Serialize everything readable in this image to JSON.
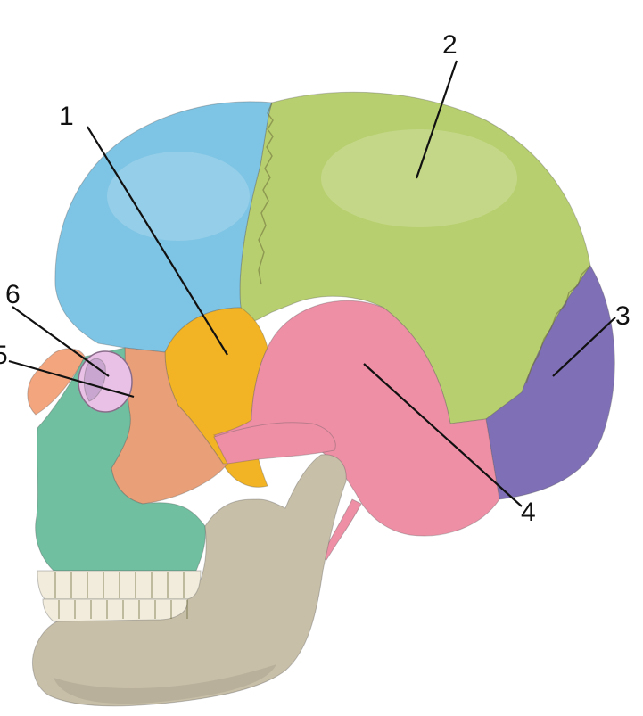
{
  "colors": {
    "frontal": "#7ec4e4",
    "parietal": "#b7cf6e",
    "occipital": "#7f6fb6",
    "sphenoid": "#f2b324",
    "temporal": "#ef8fa6",
    "zygomatic": "#e9a078",
    "maxilla": "#6fbfa0",
    "mandible": "#c8bfa8",
    "nasal": "#f3a57d",
    "lacrimal": "#c9a6cf",
    "teeth": "#f1ecdc"
  },
  "callouts": [
    {
      "id": "1",
      "label": "1",
      "region": "sphenoid"
    },
    {
      "id": "2",
      "label": "2",
      "region": "parietal"
    },
    {
      "id": "3",
      "label": "3",
      "region": "occipital"
    },
    {
      "id": "4",
      "label": "4",
      "region": "temporal"
    },
    {
      "id": "5",
      "label": "5",
      "region": "lacrimal"
    },
    {
      "id": "6",
      "label": "6",
      "region": "orbit"
    }
  ]
}
